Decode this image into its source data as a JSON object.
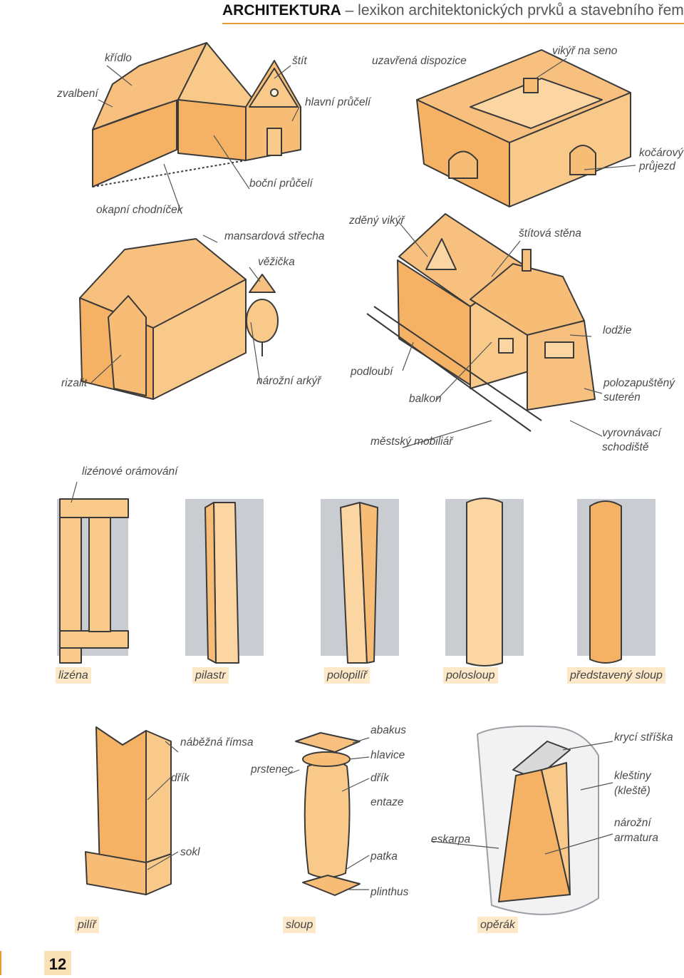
{
  "header": {
    "title": "ARCHITEKTURA",
    "subtitle": "– lexikon architektonických prvků a stavebního řemesla"
  },
  "page_number": "12",
  "labels": {
    "kridlo": "křídlo",
    "stit": "štít",
    "uzavrena_dispozice": "uzavřená dispozice",
    "vikyr_na_seno": "vikýř na seno",
    "zvalbeni": "zvalbení",
    "hlavni_pruceli": "hlavní průčelí",
    "kocarovy_prujezd_1": "kočárový",
    "kocarovy_prujezd_2": "průjezd",
    "bocni_pruceli": "boční průčelí",
    "okapni_chodnicek": "okapní chodníček",
    "zdeny_vikyr": "zděný vikýř",
    "mansardova_strecha": "mansardová střecha",
    "stitova_stena": "štítová stěna",
    "vezicka": "věžička",
    "lodzie": "lodžie",
    "rizalit": "rizalit",
    "narozni_arkyr": "nárožní arkýř",
    "podloubi": "podloubí",
    "balkon": "balkon",
    "polozapusteny_1": "polozapuštěný",
    "polozapusteny_2": "suterén",
    "mestsky_mobiliar": "městský mobiliář",
    "vyrovnavaci_1": "vyrovnávací",
    "vyrovnavaci_2": "schodiště",
    "lizenove_oramovani": "lizénové orámování",
    "nabezna_rimsa": "náběžná římsa",
    "abakus": "abakus",
    "hlavice": "hlavice",
    "prstenec": "prstenec",
    "drik_1": "dřík",
    "drik_2": "dřík",
    "entaze": "entaze",
    "sokl": "sokl",
    "patka": "patka",
    "plinthus": "plinthus",
    "eskarpa": "eskarpa",
    "kryci_stríska": "krycí stříška",
    "klestiny_1": "kleštiny",
    "klestiny_2": "(kleště)",
    "narozni_armatura_1": "nárožní",
    "narozni_armatura_2": "armatura"
  },
  "captions": {
    "lizena": "lizéna",
    "pilastr": "pilastr",
    "polopilir": "polopilíř",
    "polosloup": "polosloup",
    "predstaveny_sloup": "představený sloup",
    "pilir": "pilíř",
    "sloup": "sloup",
    "operak": "opěrák"
  },
  "colors": {
    "wall": "#f5b264",
    "wall_light": "#f9c98a",
    "pier": "#fbd6a3",
    "grey": "#c9ccd0",
    "accent": "#e39a33",
    "line": "#3a3a3a"
  }
}
